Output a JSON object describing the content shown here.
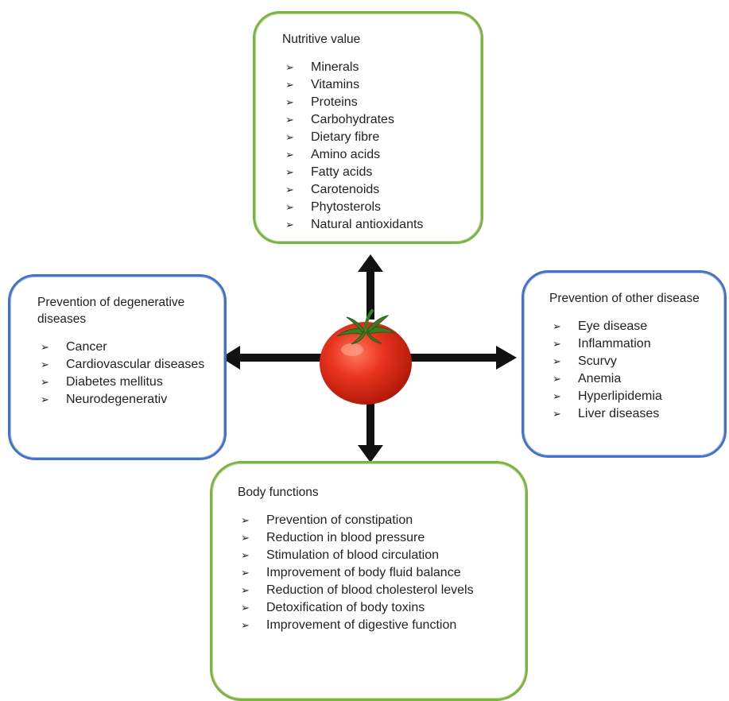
{
  "top_box": {
    "title": "Nutritive value",
    "items": [
      "Minerals",
      "Vitamins",
      "Proteins",
      "Carbohydrates",
      "Dietary fibre",
      "Amino acids",
      "Fatty acids",
      "Carotenoids",
      "Phytosterols",
      "Natural antioxidants"
    ]
  },
  "left_box": {
    "title": "Prevention of degenerative diseases",
    "items": [
      "Cancer",
      "Cardiovascular diseases",
      "Diabetes mellitus",
      "Neurodegenerativ"
    ]
  },
  "right_box": {
    "title": "Prevention of other disease",
    "items": [
      "Eye disease",
      "Inflammation",
      "Scurvy",
      "Anemia",
      "Hyperlipidemia",
      "Liver diseases"
    ]
  },
  "bottom_box": {
    "title": "Body functions",
    "items": [
      "Prevention of constipation",
      "Reduction in blood pressure",
      "Stimulation of blood circulation",
      "Improvement of body fluid balance",
      "Reduction of blood cholesterol levels",
      "Detoxification of body toxins",
      "Improvement of digestive function"
    ]
  },
  "bullet_glyph": "➢",
  "colors": {
    "green_border": "#7cb342",
    "blue_border": "#4472c4",
    "tomato": "#e0301e",
    "arrow": "#111111"
  },
  "center_icon": "tomato-icon"
}
